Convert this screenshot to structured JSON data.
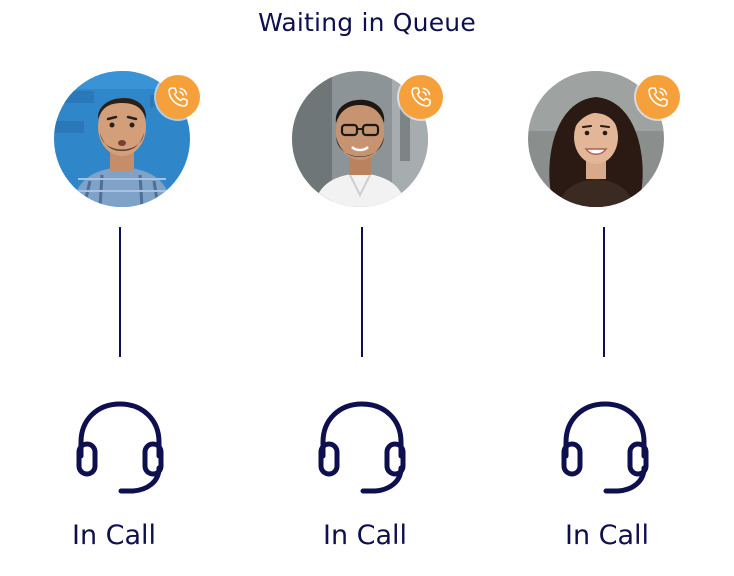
{
  "title": "Waiting in Queue",
  "colors": {
    "navy": "#0e0f4f",
    "badge_orange": "#f5a03a",
    "background": "#ffffff"
  },
  "agents": [
    {
      "avatar": "man-blue-wall-photo",
      "badge_icon": "phone-ringing-icon",
      "agent_icon": "headset-icon",
      "status": "In Call"
    },
    {
      "avatar": "man-glasses-photo",
      "badge_icon": "phone-ringing-icon",
      "agent_icon": "headset-icon",
      "status": "In Call"
    },
    {
      "avatar": "woman-smiling-photo",
      "badge_icon": "phone-ringing-icon",
      "agent_icon": "headset-icon",
      "status": "In Call"
    }
  ]
}
